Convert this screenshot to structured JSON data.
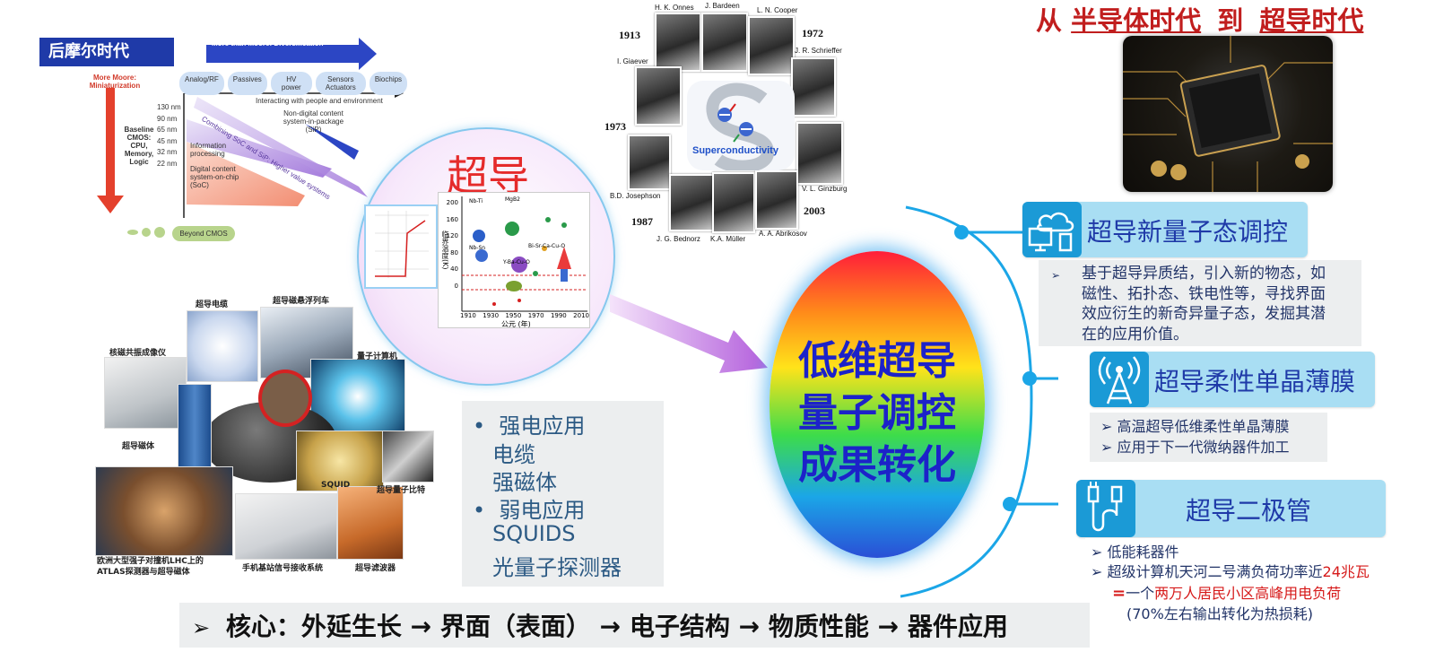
{
  "header": {
    "prefix": "从",
    "from_era": "半导体时代",
    "joiner": "到",
    "to_era": "超导时代"
  },
  "roadmap": {
    "tag": "后摩尔时代",
    "more_than_moore": "More than Moore: Diversification",
    "more_moore": "More Moore:\nMiniaturization",
    "pills": [
      "Analog/RF",
      "Passives",
      "HV power",
      "Sensors Actuators",
      "Biochips"
    ],
    "nodes": [
      "130 nm",
      "90 nm",
      "65 nm",
      "45 nm",
      "32 nm",
      "22 nm"
    ],
    "baseline": "Baseline CMOS: CPU, Memory, Logic",
    "interacting": "Interacting with people and environment",
    "non_digital": "Non-digital content system-in-package (SiP)",
    "info_processing": "Information processing",
    "digital_content": "Digital content system-on-chip (SoC)",
    "combining": "Combining SoC and SiP: Higher value systems",
    "beyond": "Beyond CMOS"
  },
  "superconductivity": {
    "title": "超导",
    "graph_ylabel": "临界温度(K)",
    "graph_xlabel": "公元 (年)",
    "graph_yticks": [
      "200",
      "160",
      "120",
      "80",
      "40",
      "0"
    ],
    "graph_xticks": [
      "1910",
      "1930",
      "1950",
      "1970",
      "1990",
      "2010"
    ],
    "graph_materials": [
      "Nb-Ti",
      "MgB2",
      "Nb-Sn",
      "Y-Ba-Cu-O",
      "Bi-Sr-Ca-Cu-O"
    ]
  },
  "laureates": {
    "names": [
      "H. K. Onnes",
      "J. Bardeen",
      "L. N. Cooper",
      "I. Giaever",
      "J. R. Schrieffer",
      "B.D. Josephson",
      "V. L. Ginzburg",
      "J. G. Bednorz",
      "K.A. Müller",
      "A. A. Abrikosov"
    ],
    "years": [
      "1913",
      "1972",
      "1973",
      "1987",
      "2003"
    ],
    "logo_text": "Superconductivity"
  },
  "applications_collage": {
    "labels": [
      "超导电缆",
      "超导磁悬浮列车",
      "核磁共振成像仪",
      "量子计算机",
      "超导磁体",
      "SQUID",
      "超导量子比特",
      "欧洲大型强子对撞机LHC上的\nATLAS探测器与超导磁体",
      "手机基站信号接收系统",
      "超导滤波器"
    ]
  },
  "applications_box": {
    "strong": "强电应用",
    "strong_items": [
      "电缆",
      "强磁体"
    ],
    "weak": "弱电应用",
    "weak_items": [
      "SQUIDS",
      "光量子探测器"
    ]
  },
  "center": {
    "lines": [
      "低维超导",
      "量子调控",
      "成果转化"
    ]
  },
  "topics": [
    {
      "title": "超导新量子态调控",
      "icon": "cloud-computer-icon",
      "bullets": [
        "基于超导异质结，引入新的物态，如磁性、拓扑态、铁电性等，寻找界面效应衍生的新奇异量子态，发掘其潜在的应用价值。"
      ],
      "lines": [
        "基于超导异质结，引入新的物态，如",
        "磁性、拓扑态、铁电性等，寻找界面",
        "效应衍生的新奇异量子态，发掘其潜",
        "在的应用价值。"
      ]
    },
    {
      "title": "超导柔性单晶薄膜",
      "icon": "signal-tower-icon",
      "bullets": [
        "高温超导低维柔性单晶薄膜",
        "应用于下一代微纳器件加工"
      ]
    },
    {
      "title": "超导二极管",
      "icon": "usb-cable-icon",
      "bullets": [
        "低能耗器件",
        "超级计算机天河二号满负荷功率近"
      ],
      "power_value": "24兆瓦",
      "equal_sign": "=",
      "equiv_prefix": "一个",
      "equiv_highlight": "两万人居民小区高峰用电负荷",
      "note": "(70%左右输出转化为热损耗)"
    }
  ],
  "core": {
    "label": "核心：",
    "steps": [
      "外延生长",
      "界面（表面）",
      "电子结构",
      "物质性能",
      "器件应用"
    ],
    "arrow": "→",
    "bullet_marker": "➢"
  },
  "colors": {
    "accent_blue": "#1f3aa8",
    "header_red": "#c11e1e",
    "topic_bg": "#a9def3",
    "topic_icon": "#1b9ad6",
    "desc_bg": "#eceeef",
    "bracket": "#1ba6e7"
  }
}
